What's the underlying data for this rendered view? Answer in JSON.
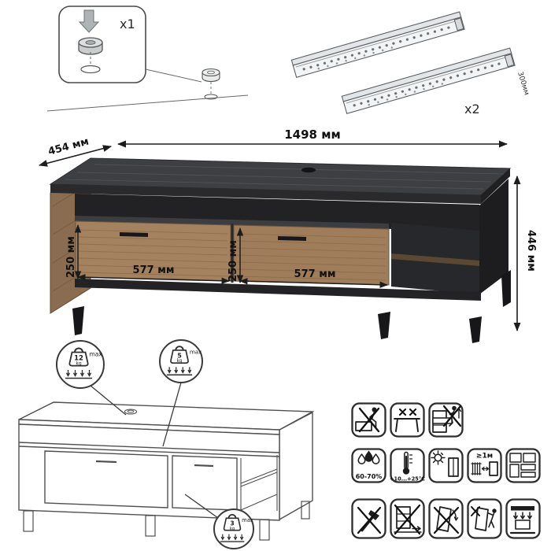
{
  "sheet": {
    "hardware": {
      "foot_qty": "x1",
      "slides_qty": "x2",
      "slide_length": "300мм"
    },
    "dimensions": {
      "width": "1498 мм",
      "depth": "454 мм",
      "height": "446 мм",
      "drawer_height_1": "250 мм",
      "drawer_height_2": "250 мм",
      "drawer_width_1": "577 мм",
      "drawer_width_2": "577 мм"
    },
    "load": {
      "top": {
        "value": "12",
        "unit": "kg",
        "max": "max"
      },
      "shelf": {
        "value": "5",
        "unit": "kg",
        "max": "max"
      },
      "drawer": {
        "value": "3",
        "unit": "kg",
        "max": "max"
      }
    },
    "care": {
      "humidity": "60-70%",
      "temperature": "+10...+25°C",
      "distance": "≥1м"
    },
    "icons": {
      "grid": [
        "no-sitting",
        "no-standing",
        "no-climbing",
        "humidity",
        "temperature",
        "sunlight",
        "wall-distance",
        "placement",
        "no-tools",
        "no-dragging",
        "no-tilting",
        "no-pushing-alone",
        "heavy-load"
      ]
    },
    "colors": {
      "top_wood": "#3e3f42",
      "frame_dark": "#26262a",
      "drawer_wood": "#a5825f",
      "side_wood": "#8a6c50",
      "line": "#4a4a4a",
      "icon_stroke": "#1c1c1c"
    }
  }
}
